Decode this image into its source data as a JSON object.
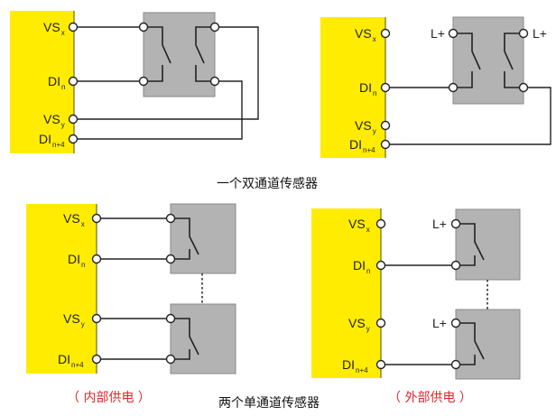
{
  "captions": {
    "dual_channel": "一个双通道传感器",
    "single_channel": "两个单通道传感器",
    "internal_supply": "（ 内部供电 ）",
    "external_supply": "（ 外部供电 ）"
  },
  "terminals": {
    "vsx": {
      "main": "VS",
      "sub": "x"
    },
    "din": {
      "main": "DI",
      "sub": "n"
    },
    "vsy": {
      "main": "VS",
      "sub": "y"
    },
    "din4": {
      "main": "DI",
      "sub": "n+4"
    }
  },
  "sensor_label": "L+",
  "colors": {
    "module": "#ffec00",
    "sensor": "#b3b3b3",
    "caption_red": "#e0282f"
  }
}
